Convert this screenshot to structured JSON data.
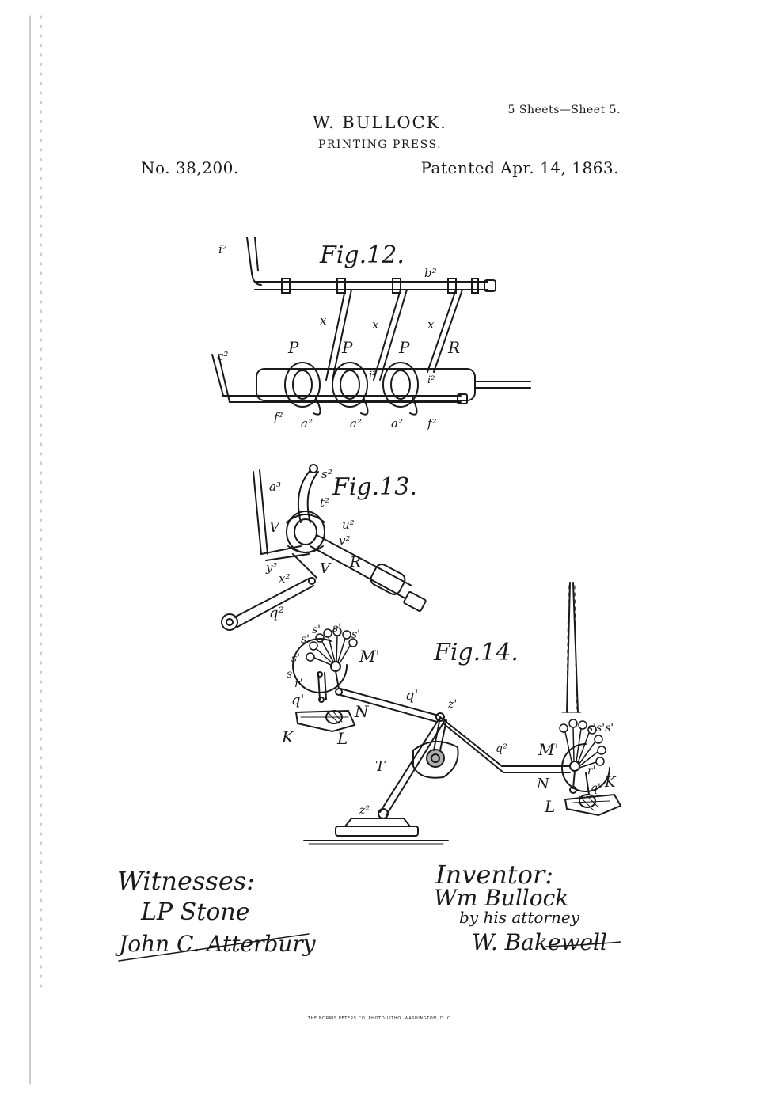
{
  "header": {
    "sheet": "5 Sheets—Sheet 5.",
    "inventor_name": "W. BULLOCK.",
    "title": "PRINTING PRESS.",
    "patent_number": "No. 38,200.",
    "patent_date": "Patented Apr. 14, 1863."
  },
  "figures": {
    "fig12": {
      "label": "Fig.12.",
      "parts": [
        "i²",
        "b²",
        "x",
        "x",
        "x",
        "P",
        "P",
        "P",
        "R",
        "c²",
        "f²",
        "a²",
        "a²",
        "a²",
        "f²",
        "i²",
        "i²"
      ]
    },
    "fig13": {
      "label": "Fig.13.",
      "parts": [
        "a³",
        "s²",
        "t²",
        "V",
        "u²",
        "v²",
        "y²",
        "x²",
        "V",
        "R",
        "q²"
      ]
    },
    "fig14": {
      "label": "Fig.14.",
      "parts": [
        "s'",
        "s'",
        "s'",
        "s'",
        "s'",
        "s'",
        "M'",
        "r'",
        "q'",
        "N",
        "q'",
        "z'",
        "K",
        "L",
        "T",
        "z²",
        "q²",
        "M'",
        "N",
        "K",
        "L",
        "r'",
        "q'",
        "s's's'"
      ]
    }
  },
  "signatures": {
    "witnesses_label": "Witnesses:",
    "witness_1": "LP Stone",
    "witness_2": "John C. Atterbury",
    "inventor_label": "Inventor:",
    "inventor_signature": "Wm Bullock",
    "by_attorney": "by his attorney",
    "attorney_signature": "W. Bakewell"
  },
  "footer": {
    "printer": "THE NORRIS PETERS CO. PHOTO-LITHO. WASHINGTON, D. C."
  }
}
